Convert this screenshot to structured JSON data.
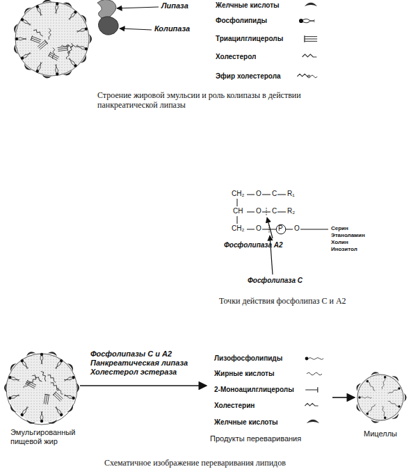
{
  "diagram": {
    "caption": "Схематичное изображение переваривания липидов",
    "nodes": [
      {
        "text": [
          "Эмульгированный пищевой жир"
        ]
      },
      {
        "text": [
          "Лизофосфолипиды",
          "Жирные кислоты",
          "2-Моноацилглицеролы",
          "Холестерин",
          "Желчные кислоты",
          "Продукты переваривания"
        ]
      },
      {
        "text": [
          "Мицеллы"
        ]
      }
    ],
    "edges": [
      {
        "from": 0,
        "to": 1,
        "arrow": "to",
        "label": "Фосфолипазы С и А2 Панкреатическая липаза Холестерол эстераза"
      },
      {
        "from": 1,
        "to": 2,
        "arrow": "to"
      }
    ],
    "labels": [
      "Липаза",
      "Колипаза",
      "Строение жировой эмульсии и роль колипазы в действии панкреатической липазы",
      "CH₂",
      "O",
      "C",
      "R₁",
      "CH",
      "O",
      "C",
      "R₂",
      "CH₂",
      "O",
      "P",
      "O",
      "Серин",
      "Этаноламин",
      "Холин",
      "Инозитол",
      "Фосфолипаза А2",
      "Фосфолипаза С",
      "Точки действия фосфолипаз С и А2"
    ],
    "legend": [
      {
        "text": "Желчные кислоты"
      },
      {
        "text": "Фосфолипиды"
      },
      {
        "text": "Триацилглицеролы"
      },
      {
        "text": "Холестерол"
      },
      {
        "text": "Эфир холестерола"
      }
    ]
  }
}
